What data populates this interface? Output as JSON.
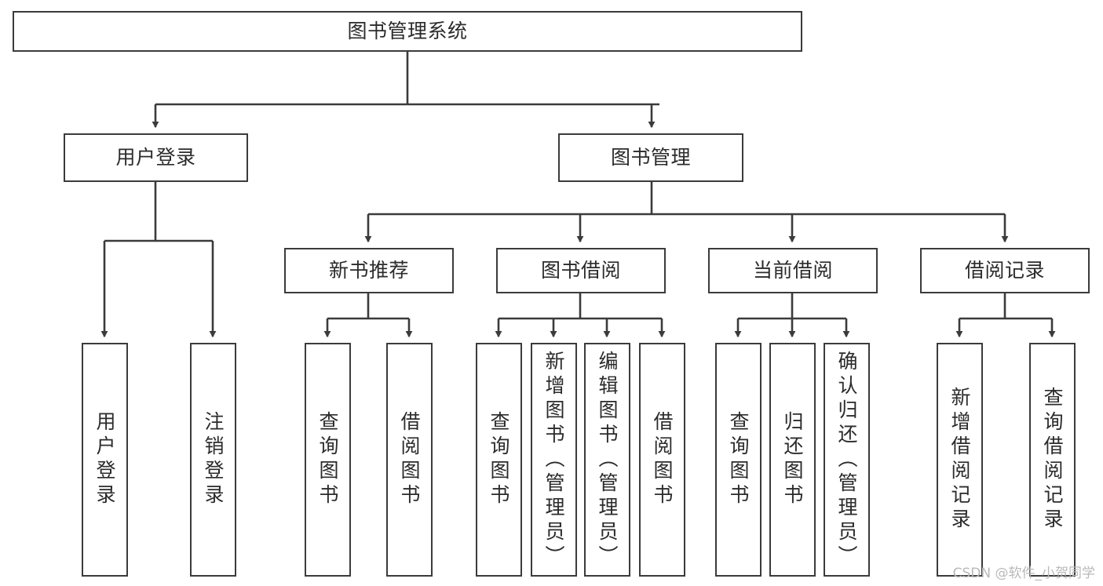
{
  "diagram": {
    "title": "图书管理系统",
    "type": "hierarchy-tree",
    "background_color": "#ffffff",
    "node_border_color": "#3b3b3b",
    "text_color": "#2b2b2b",
    "levels": 4,
    "root": {
      "label": "图书管理系统"
    },
    "level2": [
      {
        "label": "用户登录"
      },
      {
        "label": "图书管理"
      }
    ],
    "level3": [
      {
        "label": "新书推荐"
      },
      {
        "label": "图书借阅"
      },
      {
        "label": "当前借阅"
      },
      {
        "label": "借阅记录"
      }
    ],
    "leaves": {
      "user_login": [
        {
          "label": "用户登录"
        },
        {
          "label": "注销登录"
        }
      ],
      "new_book_recommend": [
        {
          "label": "查询图书"
        },
        {
          "label": "借阅图书"
        }
      ],
      "book_borrow": [
        {
          "label": "查询图书"
        },
        {
          "label": "新增图书（管理员）"
        },
        {
          "label": "编辑图书（管理员）"
        },
        {
          "label": "借阅图书"
        }
      ],
      "current_borrow": [
        {
          "label": "查询图书"
        },
        {
          "label": "归还图书"
        },
        {
          "label": "确认归还（管理员）"
        }
      ],
      "borrow_record": [
        {
          "label": "新增借阅记录"
        },
        {
          "label": "查询借阅记录"
        }
      ]
    }
  },
  "watermark": {
    "text": "CSDN @软件_小贺同学"
  }
}
